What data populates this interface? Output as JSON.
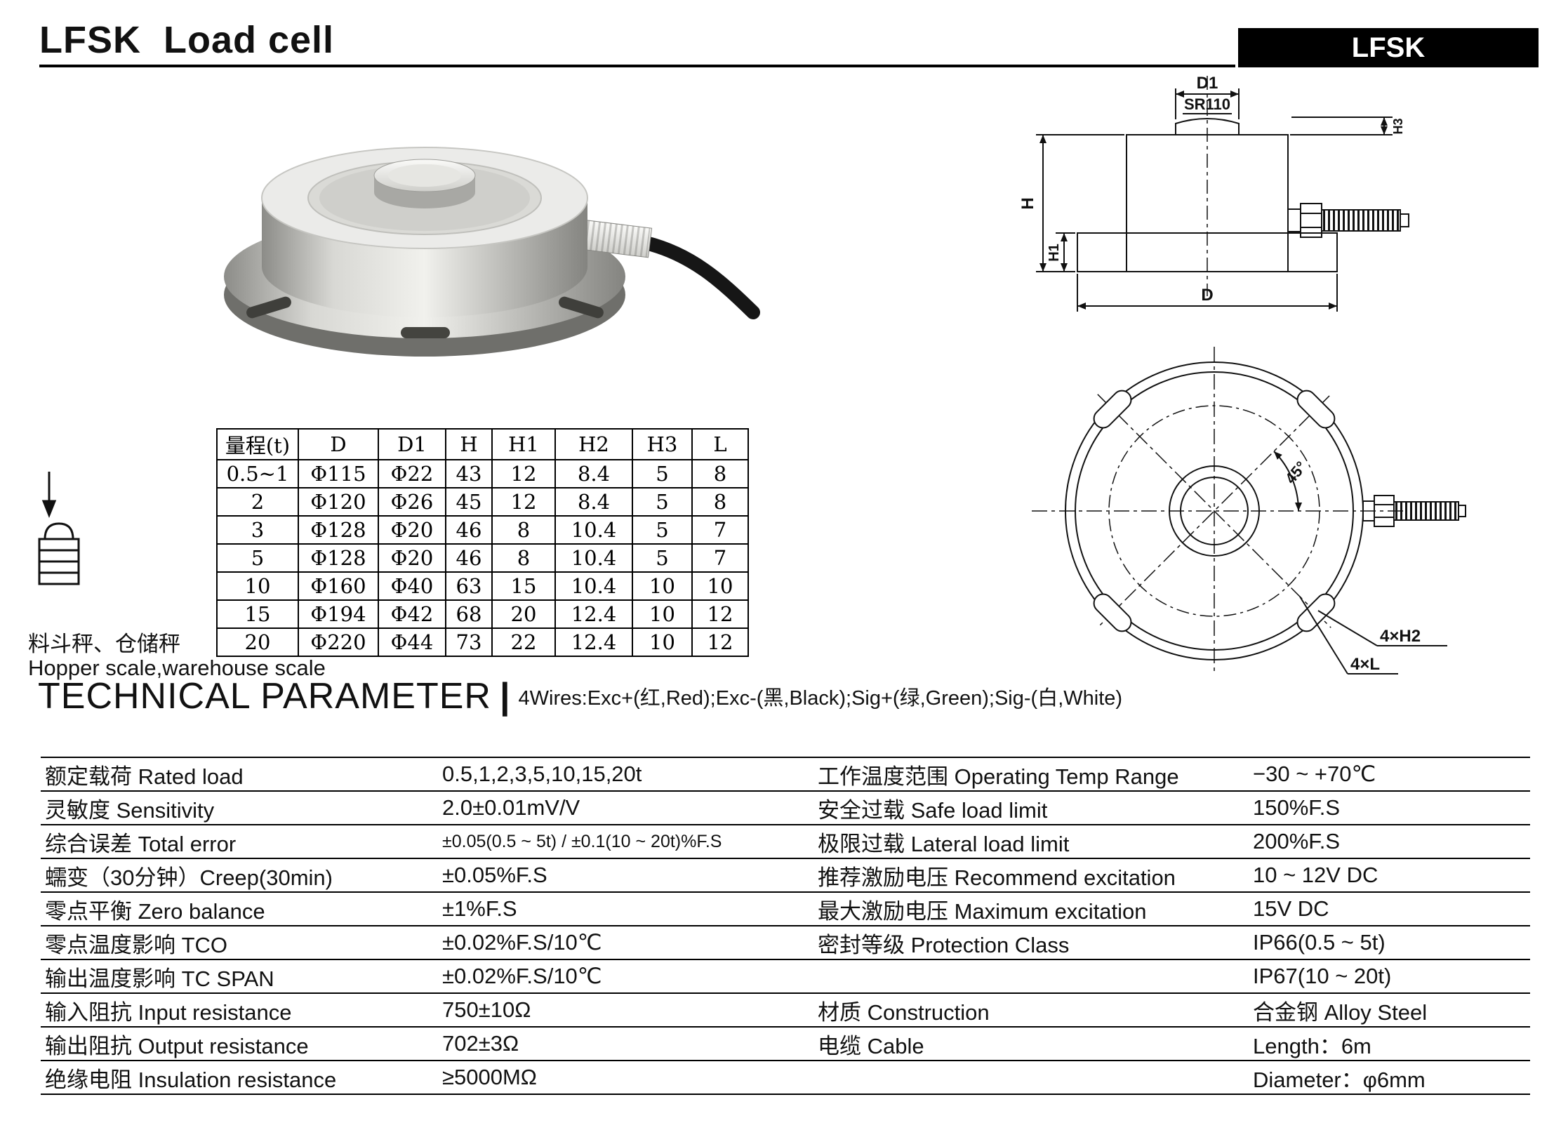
{
  "page": {
    "title": "LFSK  Load cell",
    "badge": "LFSK"
  },
  "drawing": {
    "side": {
      "d1_label": "D1",
      "sr_label": "SR110",
      "h_label": "H",
      "h1_label": "H1",
      "d_label": "D",
      "h3_label": "H3"
    },
    "top": {
      "angle_label": "45°",
      "holes_label": "4×H2",
      "slots_label": "4×L"
    }
  },
  "dimension_table": {
    "headers": [
      "量程(t)",
      "D",
      "D1",
      "H",
      "H1",
      "H2",
      "H3",
      "L"
    ],
    "rows": [
      [
        "0.5~1",
        "Φ115",
        "Φ22",
        "43",
        "12",
        "8.4",
        "5",
        "8"
      ],
      [
        "2",
        "Φ120",
        "Φ26",
        "45",
        "12",
        "8.4",
        "5",
        "8"
      ],
      [
        "3",
        "Φ128",
        "Φ20",
        "46",
        "8",
        "10.4",
        "5",
        "7"
      ],
      [
        "5",
        "Φ128",
        "Φ20",
        "46",
        "8",
        "10.4",
        "5",
        "7"
      ],
      [
        "10",
        "Φ160",
        "Φ40",
        "63",
        "15",
        "10.4",
        "10",
        "10"
      ],
      [
        "15",
        "Φ194",
        "Φ42",
        "68",
        "20",
        "12.4",
        "10",
        "12"
      ],
      [
        "20",
        "Φ220",
        "Φ44",
        "73",
        "22",
        "12.4",
        "10",
        "12"
      ]
    ]
  },
  "application": {
    "cn": "料斗秤、仓储秤",
    "en": "Hopper scale,warehouse scale"
  },
  "technical": {
    "heading": "TECHNICAL PARAMETER",
    "separator": "|",
    "wires_note": "4Wires:Exc+(红,Red);Exc-(黑,Black);Sig+(绿,Green);Sig-(白,White)",
    "rows": [
      {
        "l_label": "额定载荷 Rated load",
        "l_value": "0.5,1,2,3,5,10,15,20t",
        "r_label": "工作温度范围 Operating Temp Range",
        "r_value": "−30 ~ +70℃"
      },
      {
        "l_label": "灵敏度 Sensitivity",
        "l_value": "2.0±0.01mV/V",
        "r_label": "安全过载 Safe load limit",
        "r_value": "150%F.S"
      },
      {
        "l_label": "综合误差 Total error",
        "l_value": "±0.05(0.5 ~ 5t) /  ±0.1(10 ~ 20t)%F.S",
        "l_small": true,
        "r_label": "极限过载 Lateral load limit",
        "r_value": "200%F.S"
      },
      {
        "l_label": "蠕变（30分钟）Creep(30min)",
        "l_value": "±0.05%F.S",
        "r_label": "推荐激励电压 Recommend excitation",
        "r_value": "10 ~ 12V DC"
      },
      {
        "l_label": "零点平衡 Zero balance",
        "l_value": "±1%F.S",
        "r_label": "最大激励电压 Maximum excitation",
        "r_value": "15V DC"
      },
      {
        "l_label": "零点温度影响 TCO",
        "l_value": "±0.02%F.S/10℃",
        "r_label": "密封等级 Protection Class",
        "r_value": "IP66(0.5 ~ 5t)"
      },
      {
        "l_label": "输出温度影响 TC SPAN",
        "l_value": "±0.02%F.S/10℃",
        "r_label": "",
        "r_value": "IP67(10 ~ 20t)"
      },
      {
        "l_label": "输入阻抗 Input resistance",
        "l_value": "750±10Ω",
        "r_label": "材质 Construction",
        "r_value": "合金钢 Alloy Steel"
      },
      {
        "l_label": "输出阻抗 Output resistance",
        "l_value": "702±3Ω",
        "r_label": "电缆  Cable",
        "r_value": "Length：6m"
      },
      {
        "l_label": "绝缘电阻 Insulation resistance",
        "l_value": "≥5000MΩ",
        "r_label": "",
        "r_value": "Diameter：φ6mm"
      }
    ]
  }
}
